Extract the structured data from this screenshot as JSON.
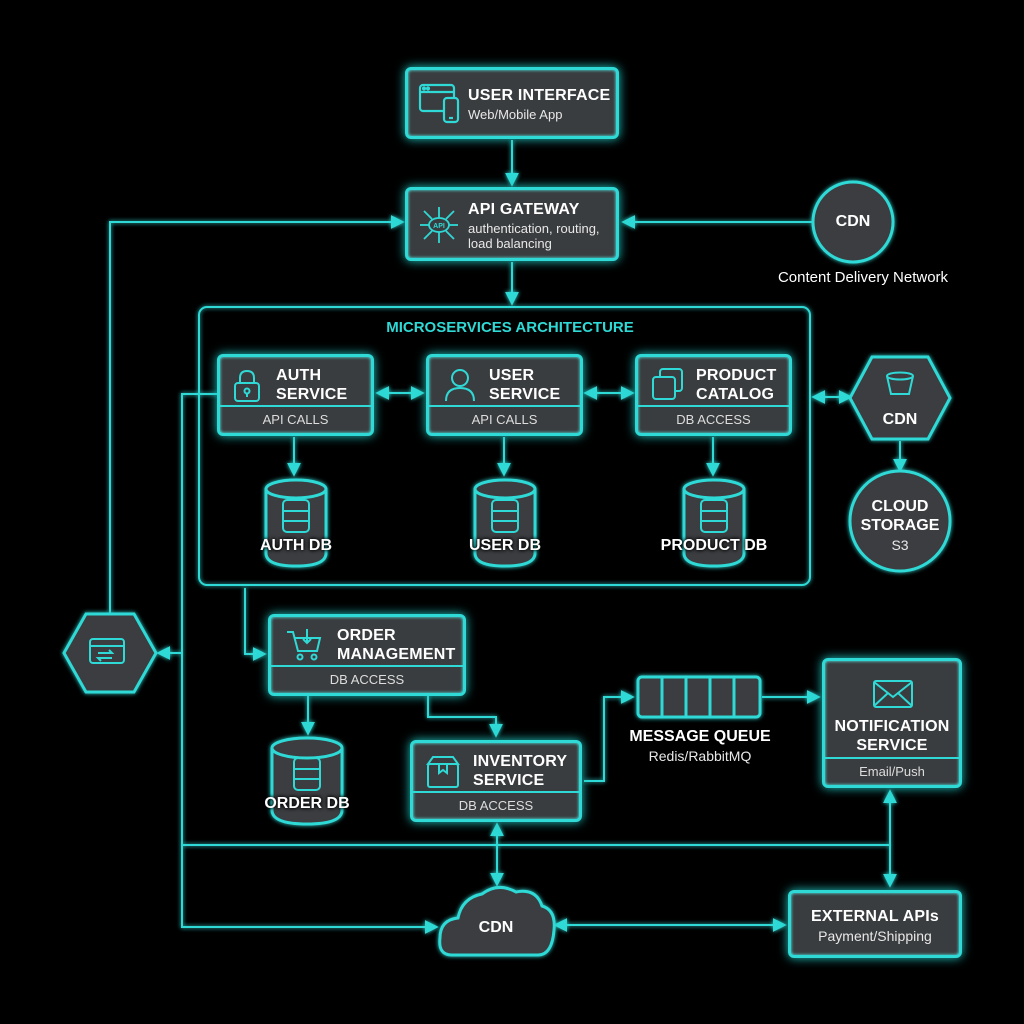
{
  "colors": {
    "accent": "#2fd9d6",
    "box_fill": "#3a3d3f",
    "background": "#000000"
  },
  "user_interface": {
    "title": "USER INTERFACE",
    "subtitle": "Web/Mobile App",
    "icon": "browser-mobile-icon"
  },
  "api_gateway": {
    "title": "API GATEWAY",
    "subtitle_line1": "authentication, routing,",
    "subtitle_line2": "load balancing",
    "icon": "api-network-icon",
    "icon_text": "API"
  },
  "cdn_top": {
    "title": "CDN",
    "caption": "Content Delivery Network"
  },
  "microservices": {
    "title": "MICROSERVICES ARCHITECTURE"
  },
  "auth_service": {
    "title_line1": "AUTH",
    "title_line2": "SERVICE",
    "footer": "API CALLS",
    "icon": "lock-icon"
  },
  "user_service": {
    "title_line1": "USER",
    "title_line2": "SERVICE",
    "footer": "API CALLS",
    "icon": "user-icon"
  },
  "product_catalog": {
    "title_line1": "PRODUCT",
    "title_line2": "CATALOG",
    "footer": "DB ACCESS",
    "icon": "copy-icon"
  },
  "auth_db": {
    "label": "AUTH DB"
  },
  "user_db": {
    "label": "USER DB"
  },
  "product_db": {
    "label": "PRODUCT DB"
  },
  "cdn_hex": {
    "title": "CDN",
    "icon": "bucket-icon"
  },
  "cloud_storage": {
    "title_line1": "CLOUD",
    "title_line2": "STORAGE",
    "subtitle": "S3"
  },
  "payment_hex": {
    "icon": "card-exchange-icon"
  },
  "order_management": {
    "title_line1": "ORDER",
    "title_line2": "MANAGEMENT",
    "footer": "DB ACCESS",
    "icon": "cart-icon"
  },
  "order_db": {
    "label": "ORDER DB"
  },
  "inventory_service": {
    "title_line1": "INVENTORY",
    "title_line2": "SERVICE",
    "footer": "DB ACCESS",
    "icon": "package-icon"
  },
  "message_queue": {
    "title": "MESSAGE QUEUE",
    "subtitle": "Redis/RabbitMQ"
  },
  "notification_service": {
    "title_line1": "NOTIFICATION",
    "title_line2": "SERVICE",
    "footer": "Email/Push",
    "icon": "envelope-icon"
  },
  "cdn_cloud": {
    "title": "CDN"
  },
  "external_apis": {
    "title": "EXTERNAL APIs",
    "subtitle": "Payment/Shipping"
  }
}
